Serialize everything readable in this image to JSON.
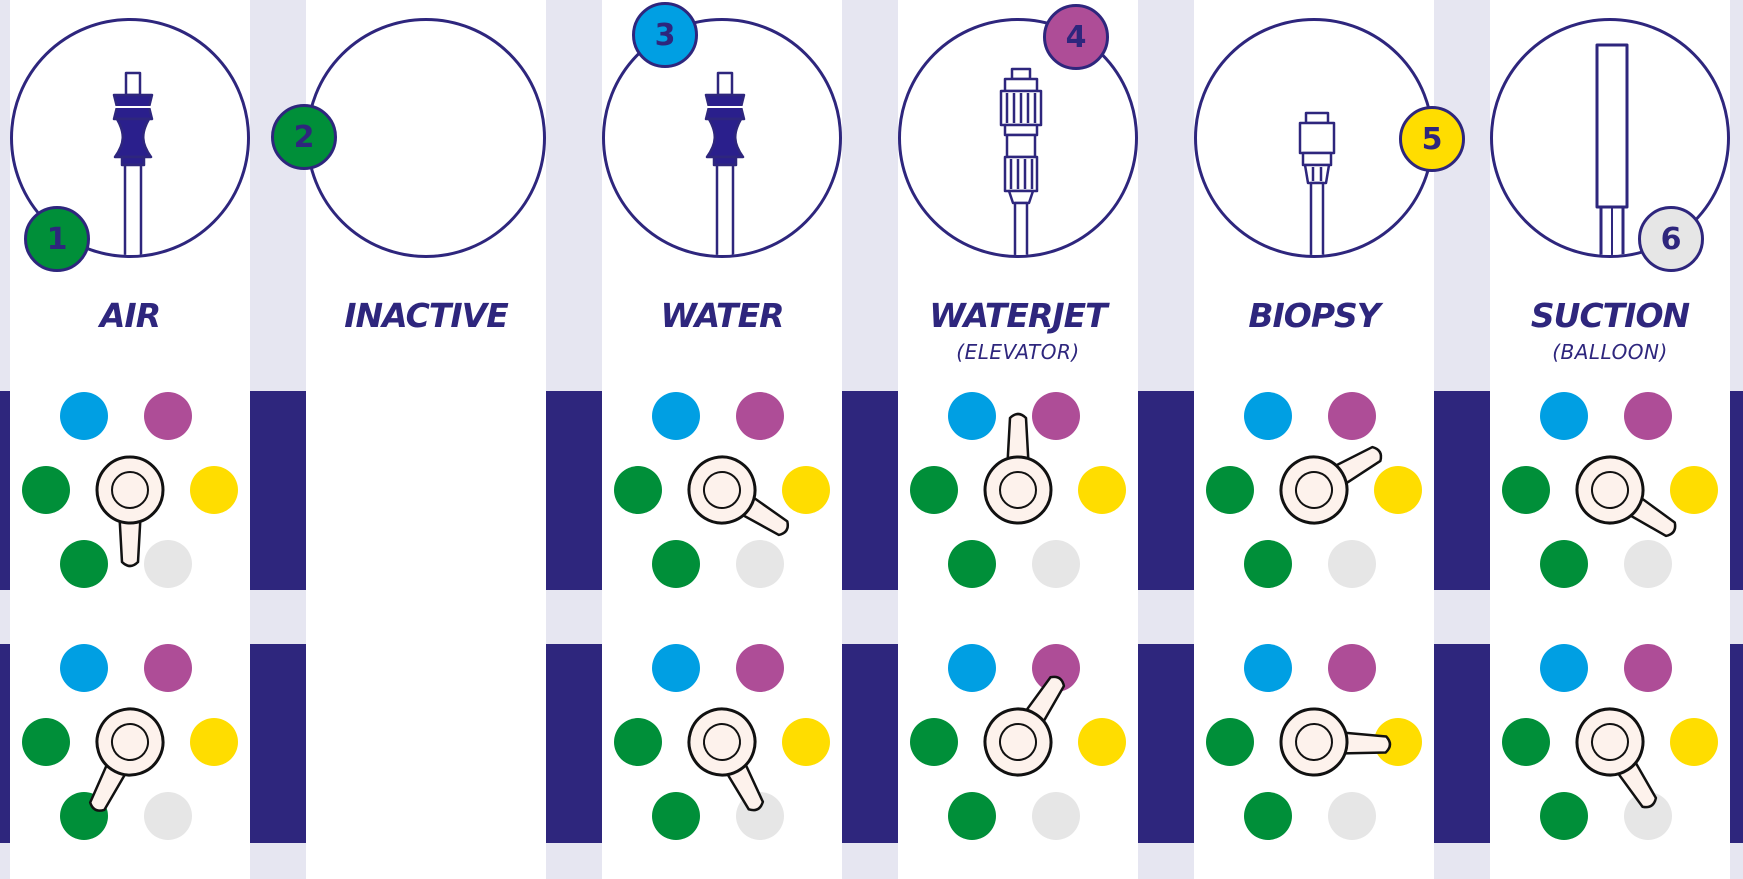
{
  "colors": {
    "navy": "#2e267d",
    "background": "#e6e6f1",
    "panel": "#ffffff",
    "blue": "#009fe3",
    "magenta": "#ae4d97",
    "green": "#008f39",
    "yellow": "#ffdd00",
    "grey": "#e6e6e6",
    "dial": "#fdf2ec"
  },
  "badges": [
    {
      "number": "1",
      "color": "#008f39",
      "text_color": "#2e267d"
    },
    {
      "number": "2",
      "color": "#008f39",
      "text_color": "#2e267d"
    },
    {
      "number": "3",
      "color": "#009fe3",
      "text_color": "#2e267d"
    },
    {
      "number": "4",
      "color": "#ae4d97",
      "text_color": "#2e267d"
    },
    {
      "number": "5",
      "color": "#ffdd00",
      "text_color": "#2e267d"
    },
    {
      "number": "6",
      "color": "#e6e6e6",
      "text_color": "#2e267d"
    }
  ],
  "channels": [
    {
      "label": "AIR",
      "sublabel": "",
      "connector": "air-valve-connector",
      "badge": 0,
      "valve_angles": [
        0,
        27
      ]
    },
    {
      "label": "INACTIVE",
      "sublabel": "",
      "connector": "none",
      "badge": 1,
      "valve_angles": null
    },
    {
      "label": "WATER",
      "sublabel": "",
      "connector": "water-valve-connector",
      "badge": 2,
      "valve_angles": [
        -58,
        -28
      ]
    },
    {
      "label": "WATERJET",
      "sublabel": "(ELEVATOR)",
      "connector": "waterjet-luer-connector",
      "badge": 3,
      "valve_angles": [
        180,
        213
      ]
    },
    {
      "label": "BIOPSY",
      "sublabel": "",
      "connector": "biopsy-port-connector",
      "badge": 4,
      "valve_angles": [
        -120,
        -88
      ]
    },
    {
      "label": "SUCTION",
      "sublabel": "(BALLOON)",
      "connector": "suction-tube-connector",
      "badge": 5,
      "valve_angles": [
        -57,
        -33
      ]
    }
  ]
}
